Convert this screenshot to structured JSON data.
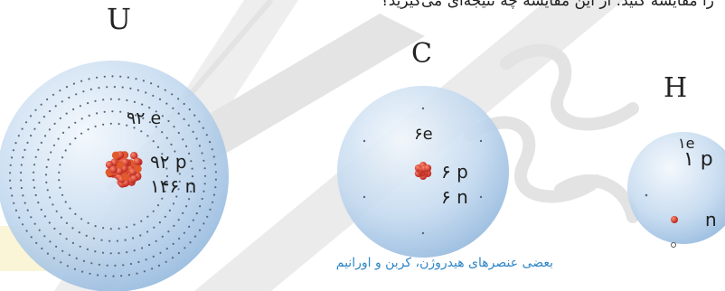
{
  "header_text": "را مقایسه کنید. از این مقایسه چه نتیجه‌ای می‌گیرید؟",
  "caption": "بعضی عنصرهای هیدروژن، کربن و اورانیم",
  "colors": {
    "sphere_light": "#e8f1fa",
    "sphere_dark": "#8fb5dc",
    "nucleus": "#d0322c",
    "dots": "#5a6a7a",
    "watermark": "#e4e4e4",
    "highlight": "#f4d35e"
  },
  "atoms": [
    {
      "symbol": "U",
      "electrons_label": "۹۲ e",
      "protons_label": "۹۲ p",
      "neutrons_label": "۱۴۶ n"
    },
    {
      "symbol": "C",
      "electrons_label": "۶e",
      "protons_label": "۶ p",
      "neutrons_label": "۶ n"
    },
    {
      "symbol": "H",
      "electrons_label": "۱e",
      "protons_label": "۱ p",
      "neutrons_label": "n"
    }
  ]
}
